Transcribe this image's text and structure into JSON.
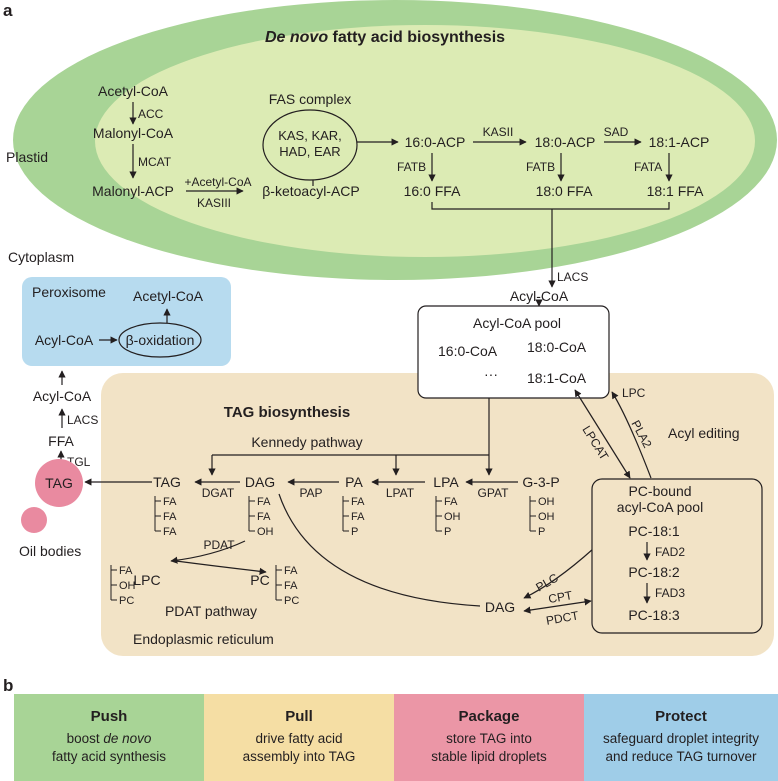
{
  "panel_a": {
    "label": "a",
    "plastid": {
      "title_em": "De novo",
      "title_rest": " fatty acid biosynthesis",
      "label": "Plastid",
      "acetyl_coa": "Acetyl-CoA",
      "acc": "ACC",
      "malonyl_coa": "Malonyl-CoA",
      "mcat": "MCAT",
      "malonyl_acp": "Malonyl-ACP",
      "plus_acetyl_coa": "+Acetyl-CoA",
      "kasiii": "KASIII",
      "beta_ketoacyl_acp": "β-ketoacyl-ACP",
      "fas_complex": "FAS  complex",
      "fas_line1": "KAS, KAR,",
      "fas_line2": "HAD, EAR",
      "acp_16_0": "16:0-ACP",
      "kasii": "KASII",
      "acp_18_0": "18:0-ACP",
      "sad": "SAD",
      "acp_18_1": "18:1-ACP",
      "fatb_1": "FATB",
      "fatb_2": "FATB",
      "fata": "FATA",
      "ffa_16_0": "16:0 FFA",
      "ffa_18_0": "18:0 FFA",
      "ffa_18_1": "18:1 FFA"
    },
    "cytoplasm": {
      "label": "Cytoplasm",
      "lacs": "LACS",
      "acyl_coa": "Acyl-CoA",
      "pool_title": "Acyl-CoA pool",
      "pool_16_0": "16:0-CoA",
      "pool_18_0": "18:0-CoA",
      "pool_dots": "···",
      "pool_18_1": "18:1-CoA"
    },
    "peroxisome": {
      "label": "Peroxisome",
      "acetyl_coa": "Acetyl-CoA",
      "acyl_coa": "Acyl-CoA",
      "beta_oxidation": "β-oxidation"
    },
    "left_side": {
      "acyl_coa": "Acyl-CoA",
      "lacs": "LACS",
      "ffa": "FFA",
      "tgl": "TGL",
      "tag": "TAG",
      "oil_bodies": "Oil bodies"
    },
    "er": {
      "title": "TAG biosynthesis",
      "kennedy": "Kennedy pathway",
      "tag": "TAG",
      "dgat": "DGAT",
      "dag": "DAG",
      "pap": "PAP",
      "pa": "PA",
      "lpat": "LPAT",
      "lpa": "LPA",
      "gpat": "GPAT",
      "g3p": "G-3-P",
      "fa": "FA",
      "oh": "OH",
      "p": "P",
      "pc_short": "PC",
      "pdat": "PDAT",
      "lpc": "LPC",
      "pc": "PC",
      "pdat_pathway": "PDAT pathway",
      "er_label": "Endoplasmic reticulum",
      "dag_lower": "DAG",
      "plc": "PLC",
      "cpt": "CPT",
      "pdct": "PDCT",
      "lpcat": "LPCAT",
      "pla2": "PLA2",
      "lpc_top": "LPC",
      "acyl_editing": "Acyl editing",
      "pc_pool_line1": "PC-bound",
      "pc_pool_line2": "acyl-CoA pool",
      "pc_18_1": "PC-18:1",
      "fad2": "FAD2",
      "pc_18_2": "PC-18:2",
      "fad3": "FAD3",
      "pc_18_3": "PC-18:3"
    }
  },
  "panel_b": {
    "label": "b",
    "strategies": [
      {
        "title": "Push",
        "line1_em": "boost ",
        "line1_em_word": "de novo",
        "line2": "fatty acid synthesis",
        "color": "#a8d496"
      },
      {
        "title": "Pull",
        "line1": "drive fatty acid",
        "line2": "assembly into TAG",
        "color": "#f5dea4"
      },
      {
        "title": "Package",
        "line1": "store TAG into",
        "line2": "stable lipid droplets",
        "color": "#eb96a6"
      },
      {
        "title": "Protect",
        "line1": "safeguard droplet integrity",
        "line2": "and reduce TAG turnover",
        "color": "#9fcde8"
      }
    ]
  },
  "colors": {
    "plastid_outer": "#a8d496",
    "plastid_inner": "#dcebb4",
    "peroxisome": "#b7dbef",
    "er": "#f2e3c6",
    "oil": "#e98aa0"
  }
}
